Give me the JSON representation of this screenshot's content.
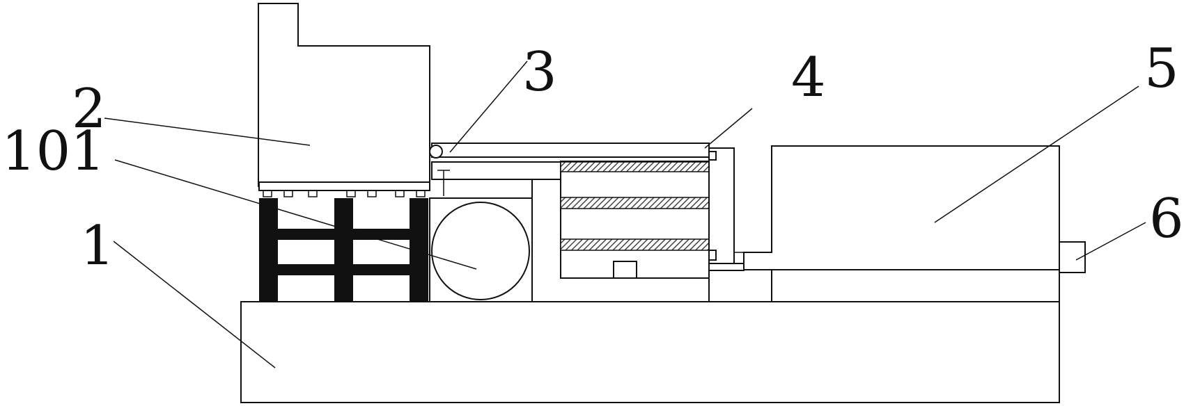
{
  "labels": {
    "l1": "1",
    "l2": "2",
    "l3": "3",
    "l4": "4",
    "l5": "5",
    "l6": "6",
    "l101": "101"
  },
  "colors": {
    "line": "#111111",
    "hatch": "#444444",
    "background": "#ffffff"
  }
}
